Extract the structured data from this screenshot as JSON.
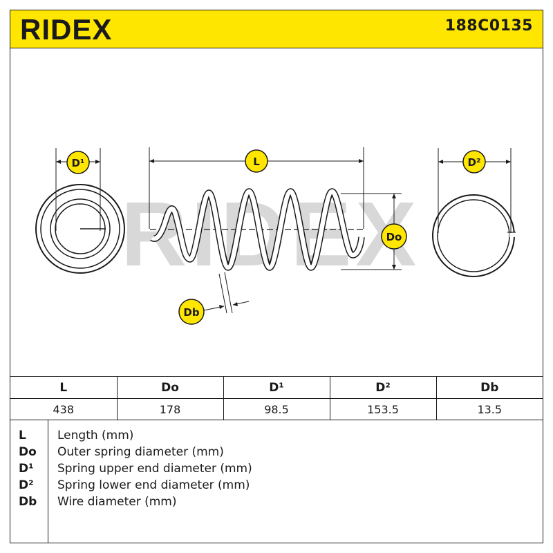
{
  "header": {
    "brand": "RIDEX",
    "part_number": "188C0135",
    "accent_color": "#FFE600"
  },
  "drawing": {
    "watermark": "RIDEX",
    "labels": {
      "d1": "D¹",
      "l": "L",
      "d2": "D²",
      "do": "Do",
      "db": "Db"
    }
  },
  "table": {
    "headers": [
      "L",
      "Do",
      "D¹",
      "D²",
      "Db"
    ],
    "values": [
      "438",
      "178",
      "98.5",
      "153.5",
      "13.5"
    ]
  },
  "legend": [
    {
      "code": "L",
      "description": "Length (mm)"
    },
    {
      "code": "Do",
      "description": "Outer spring diameter (mm)"
    },
    {
      "code": "D¹",
      "description": "Spring upper end diameter (mm)"
    },
    {
      "code": "D²",
      "description": "Spring lower end diameter (mm)"
    },
    {
      "code": "Db",
      "description": "Wire diameter (mm)"
    }
  ]
}
